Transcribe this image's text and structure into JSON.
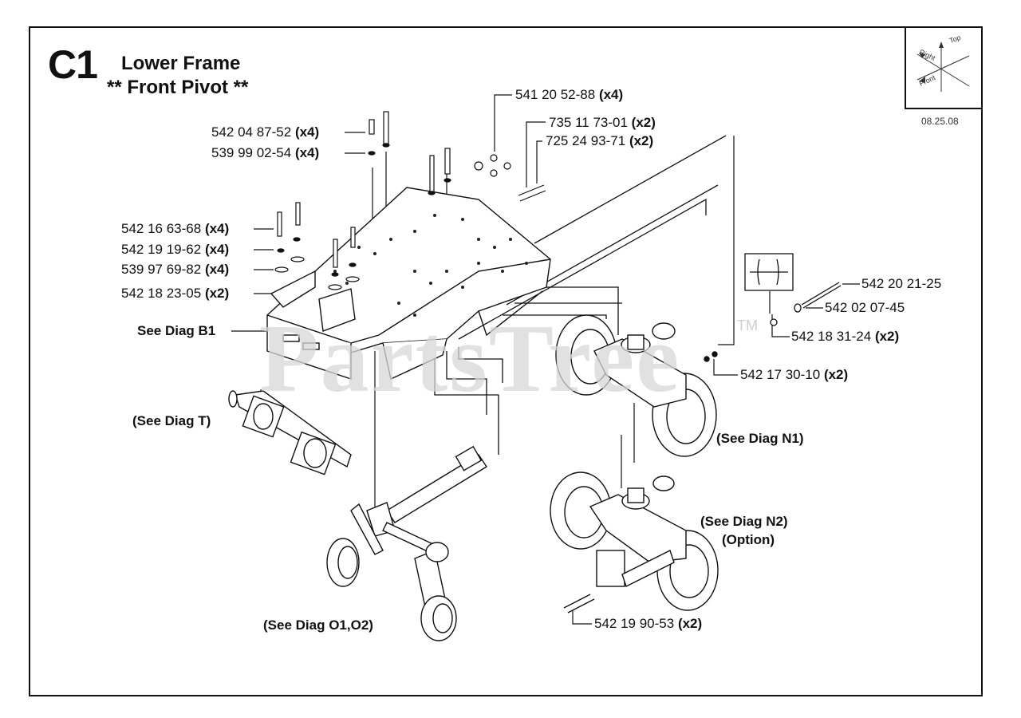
{
  "header": {
    "section_id": "C1",
    "title": "Lower Frame",
    "subtitle": "** Front Pivot **",
    "date": "08.25.08"
  },
  "watermark": {
    "text": "PartsTree",
    "trademark": "TM"
  },
  "orientation": {
    "top": "Top",
    "right": "Right",
    "front": "Front"
  },
  "callouts": {
    "c1": {
      "part": "541 20 52-88",
      "qty": "(x4)"
    },
    "c2": {
      "part": "735 11 73-01",
      "qty": "(x2)"
    },
    "c3": {
      "part": "725 24 93-71",
      "qty": "(x2)"
    },
    "c4": {
      "part": "542 04 87-52",
      "qty": "(x4)"
    },
    "c5": {
      "part": "539 99 02-54",
      "qty": "(x4)"
    },
    "c6": {
      "part": "542 16 63-68",
      "qty": "(x4)"
    },
    "c7": {
      "part": "542 19 19-62",
      "qty": "(x4)"
    },
    "c8": {
      "part": "539 97 69-82",
      "qty": "(x4)"
    },
    "c9": {
      "part": "542 18 23-05",
      "qty": "(x2)"
    },
    "c10": {
      "part": "542 20 21-25",
      "qty": ""
    },
    "c11": {
      "part": "542 02 07-45",
      "qty": ""
    },
    "c12": {
      "part": "542 18 31-24",
      "qty": "(x2)"
    },
    "c13": {
      "part": "542 17 30-10",
      "qty": "(x2)"
    },
    "c14": {
      "part": "542 19 90-53",
      "qty": "(x2)"
    }
  },
  "references": {
    "diag_b1": "See Diag B1",
    "diag_t": "(See Diag T)",
    "diag_n1": "(See Diag N1)",
    "diag_n2": "(See Diag N2)",
    "option": "(Option)",
    "diag_o": "(See Diag O1,O2)"
  }
}
